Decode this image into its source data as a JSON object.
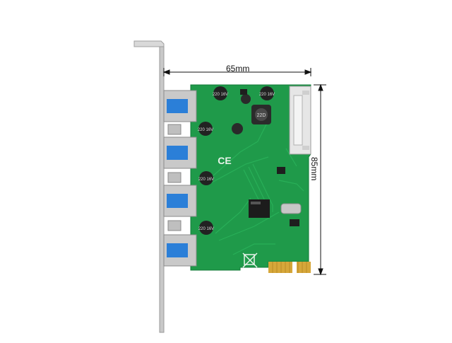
{
  "dimensions": {
    "width_label": "65mm",
    "height_label": "85mm"
  },
  "board_marks": {
    "ce_mark": "CE",
    "cap_top": "220 16V",
    "cap_1": "220 16V",
    "cap_2": "220 16V",
    "cap_3": "220 16V",
    "cap_4": "220 16V",
    "inductor": "22D"
  },
  "colors": {
    "pcb": "#1f9a4a",
    "pcb_dark": "#17803c",
    "usb_blue": "#2b7fd8",
    "bracket": "#d8d8d8",
    "gold": "#d6a73a"
  },
  "icons": [
    "usb-port-icon",
    "ce-mark-icon",
    "weee-bin-icon",
    "sata-power-connector-icon"
  ]
}
